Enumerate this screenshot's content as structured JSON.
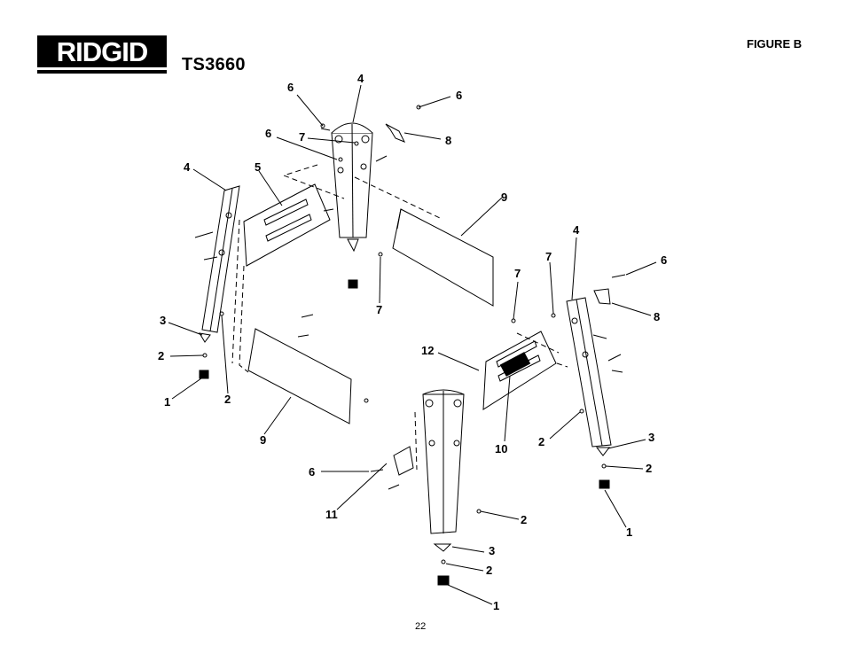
{
  "brand": {
    "logo_text": "RIDGID"
  },
  "header": {
    "model": "TS3660",
    "figure": "FIGURE B"
  },
  "footer": {
    "page_number": "22"
  },
  "callouts": {
    "c01": "4",
    "c02": "6",
    "c03": "6",
    "c04": "6",
    "c05": "7",
    "c06": "8",
    "c07": "4",
    "c08": "5",
    "c09": "9",
    "c10": "4",
    "c11": "7",
    "c12": "6",
    "c13": "7",
    "c14": "7",
    "c15": "8",
    "c16": "3",
    "c17": "2",
    "c18": "1",
    "c19": "2",
    "c20": "12",
    "c21": "9",
    "c22": "10",
    "c23": "2",
    "c24": "3",
    "c25": "2",
    "c26": "6",
    "c27": "11",
    "c28": "2",
    "c29": "1",
    "c30": "3",
    "c31": "2",
    "c32": "1"
  }
}
